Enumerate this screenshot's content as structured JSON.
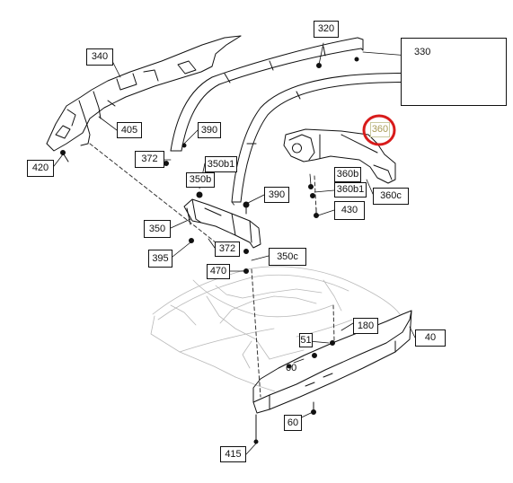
{
  "diagram": {
    "highlight_color": "#d81b1b",
    "labels": {
      "l320": "320",
      "l330": "330",
      "l340": "340",
      "l405": "405",
      "l420": "420",
      "l390a": "390",
      "l372a": "372",
      "l350b1": "350b1",
      "l350b": "350b",
      "l390b": "390",
      "l360": "360",
      "l360b": "360b",
      "l360b1": "360b1",
      "l360c": "360c",
      "l430": "430",
      "l350": "350",
      "l372b": "372",
      "l350c": "350c",
      "l395": "395",
      "l470": "470",
      "l180": "180",
      "l40": "40",
      "l51": "51",
      "l60a": "60",
      "l60b": "60",
      "l415": "415"
    }
  }
}
